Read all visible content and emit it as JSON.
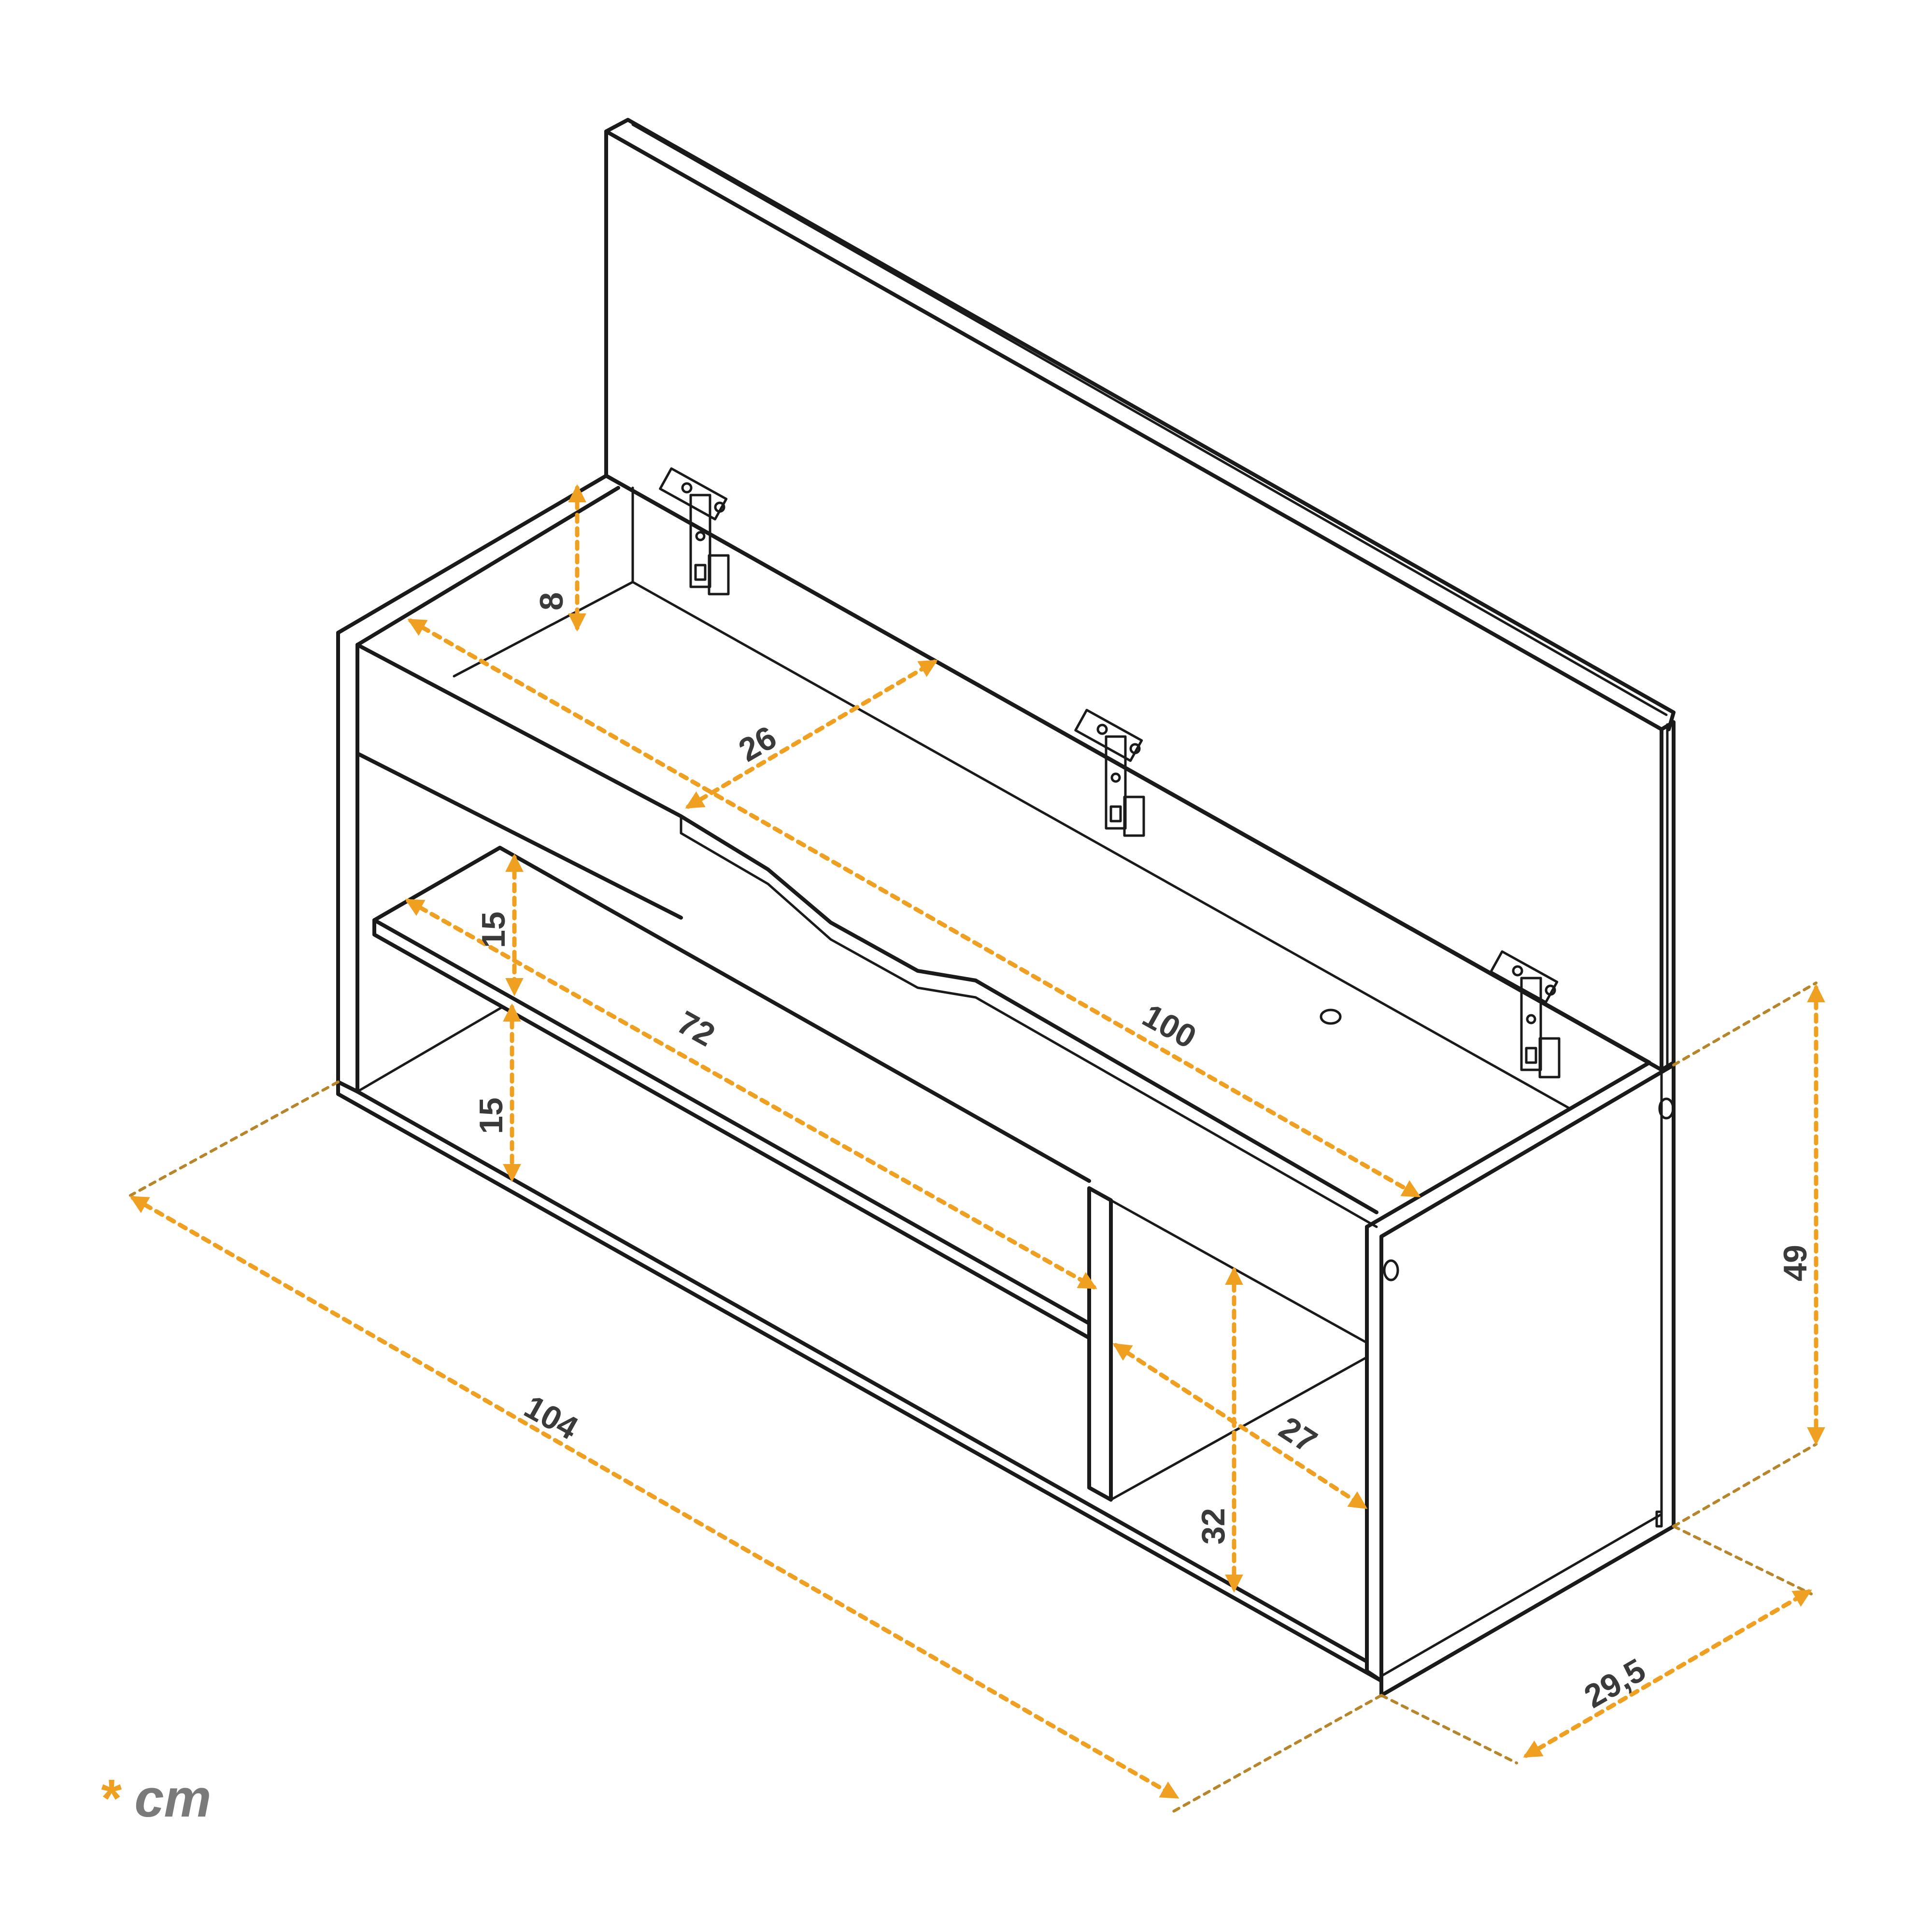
{
  "dimensions": {
    "lid_height": "8",
    "inner_depth": "26",
    "inner_width": "100",
    "shelf_gap_top": "15",
    "shelf_width": "72",
    "shelf_gap_bottom": "15",
    "total_width": "104",
    "compartment_depth": "27",
    "compartment_height": "32",
    "total_height": "49",
    "total_depth": "29,5"
  },
  "unit": {
    "asterisk": "*",
    "text": "cm"
  },
  "colors": {
    "dimension_line": "#f0a020",
    "extension_line": "#b7852a",
    "outline": "#1a1a1a",
    "unit_text": "#7a7a7a"
  }
}
